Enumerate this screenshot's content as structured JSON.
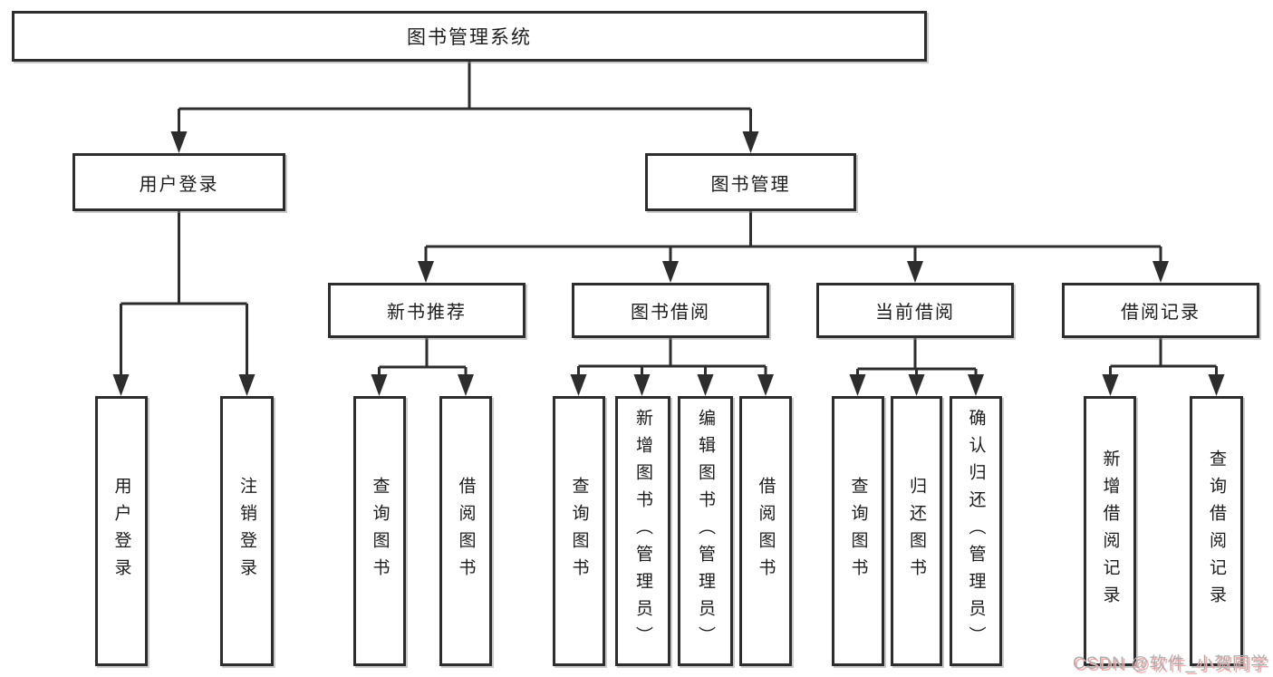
{
  "diagram": {
    "root": {
      "label": "图书管理系统"
    },
    "level2": [
      {
        "label": "用户登录"
      },
      {
        "label": "图书管理"
      }
    ],
    "level3": [
      {
        "label": "新书推荐"
      },
      {
        "label": "图书借阅"
      },
      {
        "label": "当前借阅"
      },
      {
        "label": "借阅记录"
      }
    ],
    "leaves": {
      "login": [
        "用户登录",
        "注销登录"
      ],
      "recommend": [
        "查询图书",
        "借阅图书"
      ],
      "borrow": [
        "查询图书",
        "新增图书（管理员）",
        "编辑图书（管理员）",
        "借阅图书"
      ],
      "current": [
        "查询图书",
        "归还图书",
        "确认归还（管理员）"
      ],
      "records": [
        "新增借阅记录",
        "查询借阅记录"
      ]
    },
    "colors": {
      "line": "#2d2d2d",
      "box_border": "#2d2d2d",
      "background": "#ffffff"
    }
  },
  "watermark": {
    "text": "CSDN @软件_小贺同学",
    "text_color": "#aeaeae",
    "shadow_color": "#f7a9a9"
  }
}
